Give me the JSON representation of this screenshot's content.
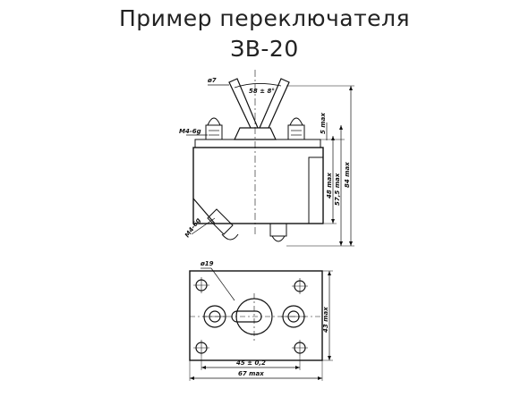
{
  "title": "Пример переключателя",
  "model": "ЗВ-20",
  "dimensions": {
    "lever_dia": "ø7",
    "lever_angle": "58 ± 8°",
    "top_thread": "М4-6g",
    "side_thread": "М4-6g",
    "lever_tip": "5 max",
    "body_height": "48 max",
    "total_a": "57,5 max",
    "total_b": "84 max",
    "center_dia": "ø19",
    "mount_spacing": "45 ± 0,2",
    "body_width": "67 max",
    "body_depth": "43 max"
  }
}
